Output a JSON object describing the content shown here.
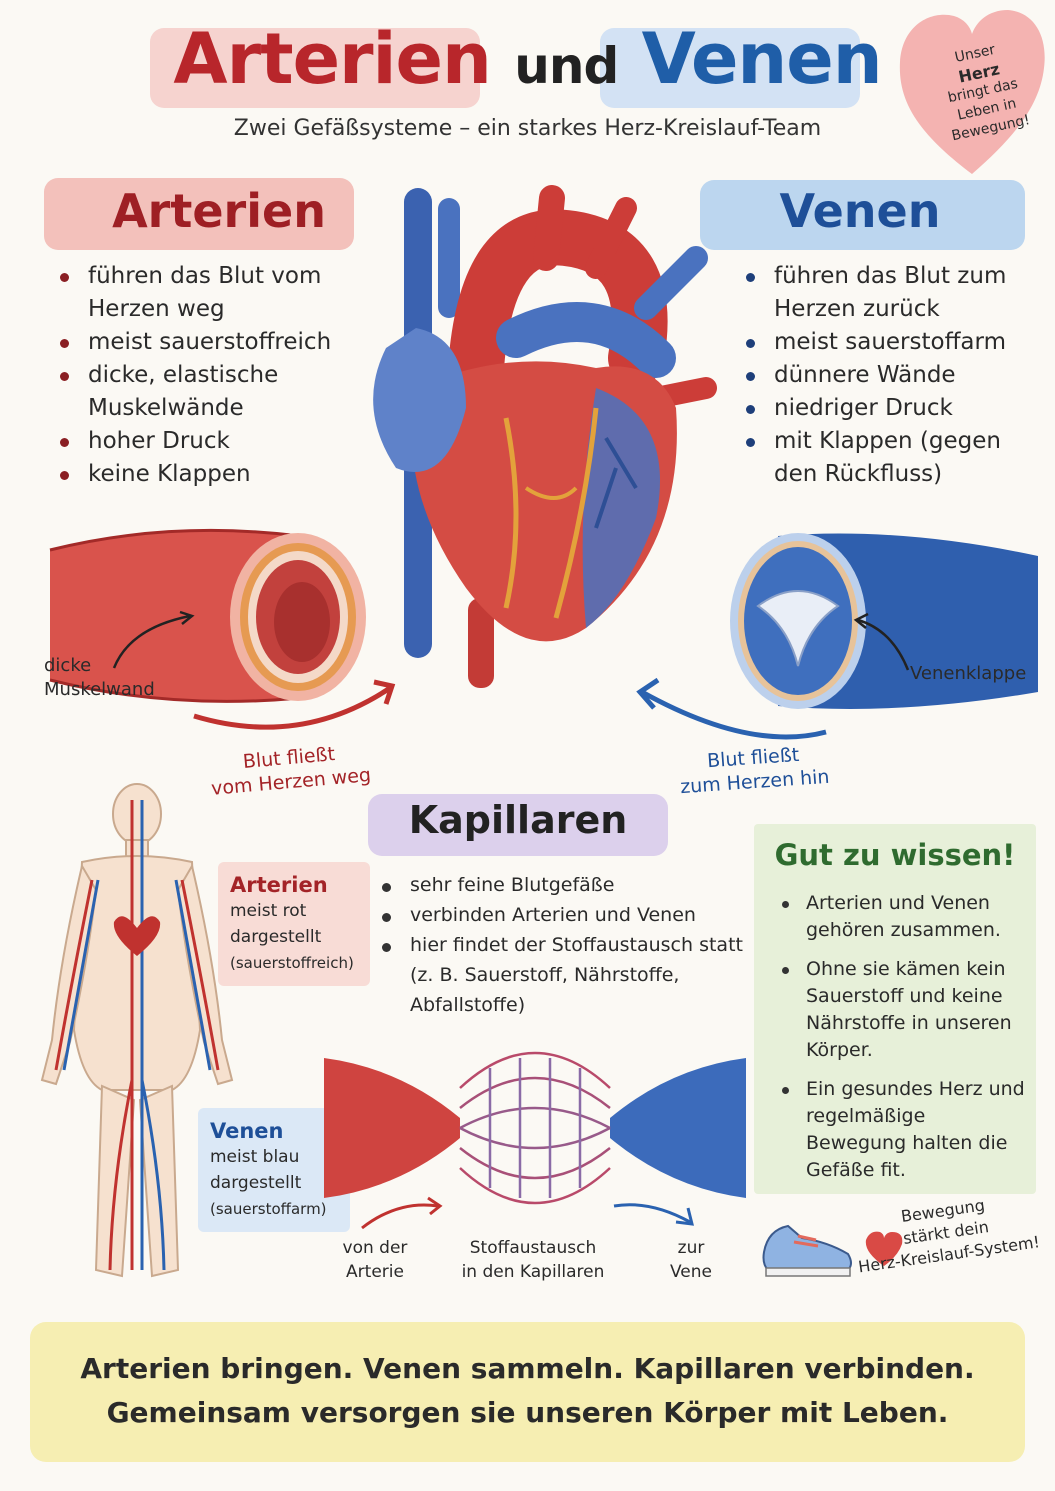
{
  "title": {
    "part1": "Arterien",
    "part2": "und",
    "part3": "Venen"
  },
  "subtitle": "Zwei Gefäßsysteme – ein starkes Herz-Kreislauf-Team",
  "heart_badge": {
    "line1": "Unser",
    "line2": "Herz",
    "line3": "bringt das",
    "line4": "Leben in",
    "line5": "Bewegung!"
  },
  "arteries": {
    "heading": "Arterien",
    "items": [
      "führen das Blut vom Herzen weg",
      "meist sauerstoffreich",
      "dicke, elastische Muskelwände",
      "hoher Druck",
      "keine Klappen"
    ],
    "wall_caption_1": "dicke",
    "wall_caption_2": "Muskelwand",
    "flow_1": "Blut fließt",
    "flow_2": "vom Herzen weg"
  },
  "veins": {
    "heading": "Venen",
    "items": [
      "führen das Blut zum Herzen zurück",
      "meist sauerstoffarm",
      "dünnere Wände",
      "niedriger Druck",
      "mit Klappen (gegen den Rückfluss)"
    ],
    "valve_caption": "Venenklappe",
    "flow_1": "Blut fließt",
    "flow_2": "zum Herzen hin"
  },
  "body_notes": {
    "arteries_title": "Arterien",
    "arteries_l1": "meist rot",
    "arteries_l2": "dargestellt",
    "arteries_l3": "(sauerstoffreich)",
    "veins_title": "Venen",
    "veins_l1": "meist blau",
    "veins_l2": "dargestellt",
    "veins_l3": "(sauerstoffarm)"
  },
  "capillaries": {
    "heading": "Kapillaren",
    "items": [
      "sehr feine Blutgefäße",
      "verbinden Arterien und Venen",
      "hier findet der Stoffaustausch statt (z. B. Sauerstoff, Nährstoffe, Abfallstoffe)"
    ],
    "from_1": "von der",
    "from_2": "Arterie",
    "exchange_1": "Stoffaustausch",
    "exchange_2": "in den Kapillaren",
    "to_1": "zur",
    "to_2": "Vene"
  },
  "good_to_know": {
    "heading": "Gut zu wissen!",
    "items": [
      "Arterien und Venen gehören zusammen.",
      "Ohne sie kämen kein Sauerstoff und keine Nährstoffe in unseren Körper.",
      "Ein gesundes Herz und regelmäßige Bewegung halten die Gefäße fit."
    ]
  },
  "movement": {
    "line1": "Bewegung",
    "line2": "stärkt dein",
    "line3": "Herz-Kreislauf-System!"
  },
  "summary": {
    "line1": "Arterien bringen.  Venen sammeln.  Kapillaren verbinden.",
    "line2": "Gemeinsam versorgen sie unseren Körper mit Leben."
  },
  "colors": {
    "artery": "#c0322f",
    "vein": "#2a62b0",
    "capillary": "#8f6bb8",
    "green": "#2f6b2f"
  },
  "icons": [
    "heart-icon",
    "sneaker-icon",
    "arrow-icon"
  ]
}
